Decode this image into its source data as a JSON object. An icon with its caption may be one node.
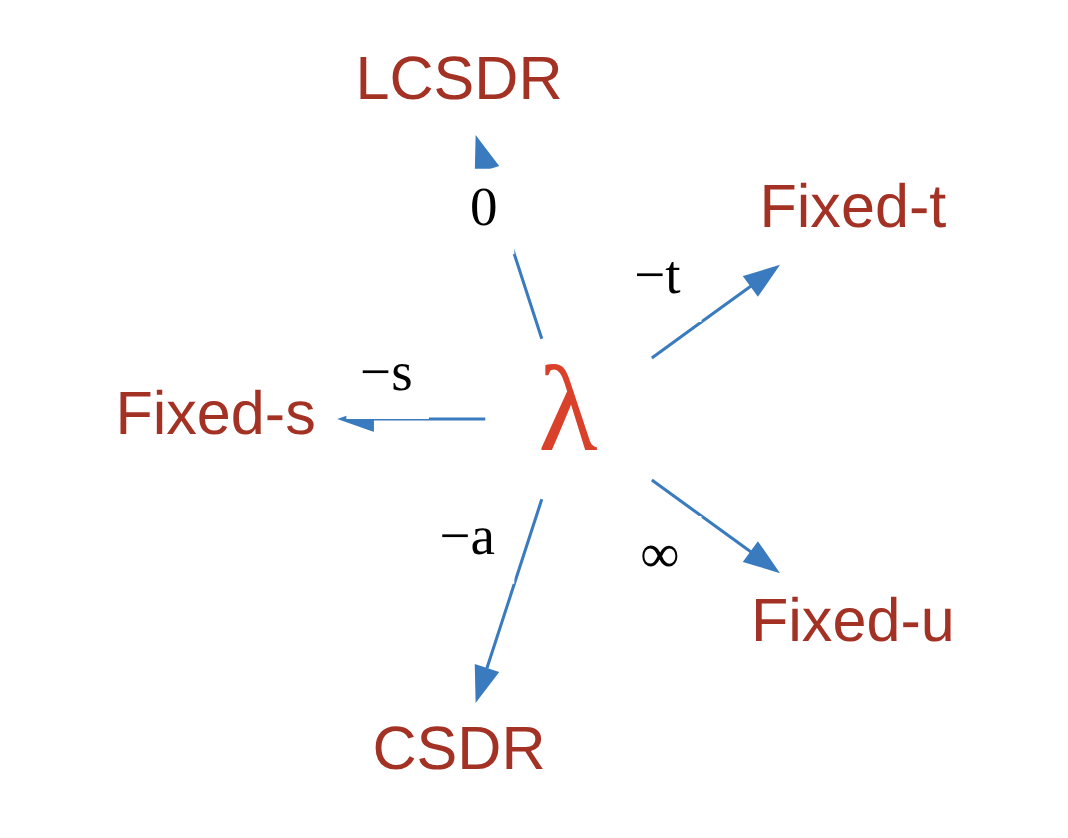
{
  "diagram": {
    "nodes": [
      {
        "text": [
          "λ"
        ]
      },
      {
        "text": [
          "Fixed-t"
        ]
      },
      {
        "text": [
          "LCSDR"
        ]
      },
      {
        "text": [
          "Fixed-s"
        ]
      },
      {
        "text": [
          "CSDR"
        ]
      },
      {
        "text": [
          "Fixed-u"
        ]
      }
    ],
    "edges": [
      {
        "from": 0,
        "to": 1,
        "arrow": "to",
        "label": "−t"
      },
      {
        "from": 0,
        "to": 2,
        "arrow": "to",
        "label": "0"
      },
      {
        "from": 0,
        "to": 3,
        "arrow": "to",
        "label": "−s"
      },
      {
        "from": 0,
        "to": 4,
        "arrow": "to",
        "label": "−a"
      },
      {
        "from": 0,
        "to": 5,
        "arrow": "to",
        "label": "∞"
      }
    ]
  }
}
